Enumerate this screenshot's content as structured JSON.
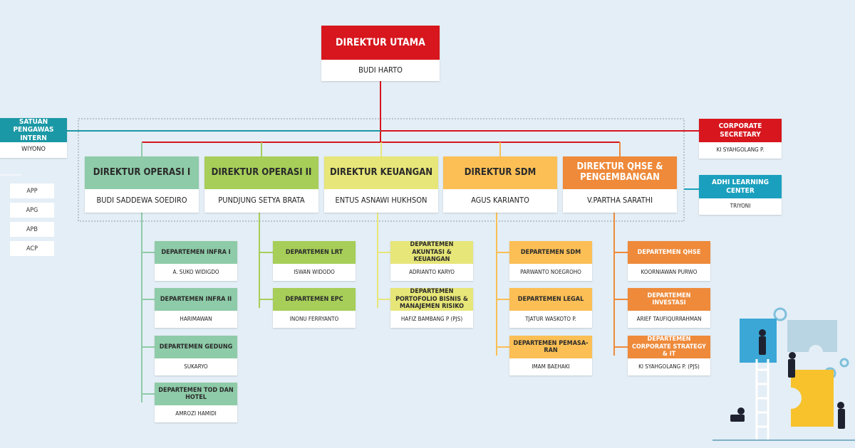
{
  "top": {
    "title": "DIREKTUR UTAMA",
    "name": "BUDI HARTO"
  },
  "left_unit": {
    "title": "SATUAN PENGAWAS INTERN",
    "name": "WIYONO"
  },
  "left_items": [
    "APP",
    "APG",
    "APB",
    "ACP"
  ],
  "right_units": [
    {
      "title": "CORPORATE SECRETARY",
      "name": "KI SYAHGOLANG P."
    },
    {
      "title": "ADHI LEARNING CENTER",
      "name": "TRIYONI"
    }
  ],
  "directors": [
    {
      "title": "DIREKTUR OPERASI I",
      "name": "BUDI SADDEWA SOEDIRO"
    },
    {
      "title": "DIREKTUR OPERASI II",
      "name": "PUNDJUNG SETYA BRATA"
    },
    {
      "title": "DIREKTUR KEUANGAN",
      "name": "ENTUS ASNAWI HUKHSON"
    },
    {
      "title": "DIREKTUR SDM",
      "name": "AGUS KARIANTO"
    },
    {
      "title": "DIREKTUR QHSE & PENGEMBANGAN",
      "name": "V.PARTHA SARATHI"
    }
  ],
  "departments": [
    [
      {
        "title": "DEPARTEMEN INFRA I",
        "name": "A. SUKO WIDIGDO"
      },
      {
        "title": "DEPARTEMEN INFRA II",
        "name": "HARIMAWAN"
      },
      {
        "title": "DEPARTEMEN GEDUNG",
        "name": "SUKARYO"
      },
      {
        "title": "DEPARTEMEN TOD DAN HOTEL",
        "name": "AMROZI HAMIDI"
      }
    ],
    [
      {
        "title": "DEPARTEMEN LRT",
        "name": "ISWAN WIDODO"
      },
      {
        "title": "DEPARTEMEN EPC",
        "name": "INONU FERRYANTO"
      }
    ],
    [
      {
        "title": "DEPARTEMEN AKUNTASI & KEUANGAN",
        "name": "ADRIANTO KARYO"
      },
      {
        "title": "DEPARTEMEN PORTOFOLIO BISNIS & MANAJEMEN RISIKO",
        "name": "HAFIZ BAMBANG P (PJS)"
      }
    ],
    [
      {
        "title": "DEPARTEMEN SDM",
        "name": "PARWANTO NOEGROHO"
      },
      {
        "title": "DEPARTEMEN LEGAL",
        "name": "TJATUR WASKOTO P."
      },
      {
        "title": "DEPARTEMEN PEMASA-RAN",
        "name": "IMAM BAEHAKI"
      }
    ],
    [
      {
        "title": "DEPARTEMEN QHSE",
        "name": "KOORNIAWAN PURWO"
      },
      {
        "title": "DEPARTEMEN INVESTASI",
        "name": "ARIEF TAUFIQURRAHMAN"
      },
      {
        "title": "DEPARTEMEN CORPORATE STRATEGY & IT",
        "name": "KI SYAHGOLANG P. (PJS)"
      }
    ]
  ],
  "colors": {
    "top": "#d7161d",
    "teal": "#1b98a5",
    "right_red": "#d7161d",
    "right_teal": "#1aa0be",
    "branches": [
      "#8ecba8",
      "#a6ce58",
      "#e7e678",
      "#fbbf55",
      "#ee8a3a"
    ],
    "dept_heads": [
      "#8ecba8",
      "#a6ce58",
      "#e7e678",
      "#fbbf55",
      "#ee8a3a"
    ]
  }
}
